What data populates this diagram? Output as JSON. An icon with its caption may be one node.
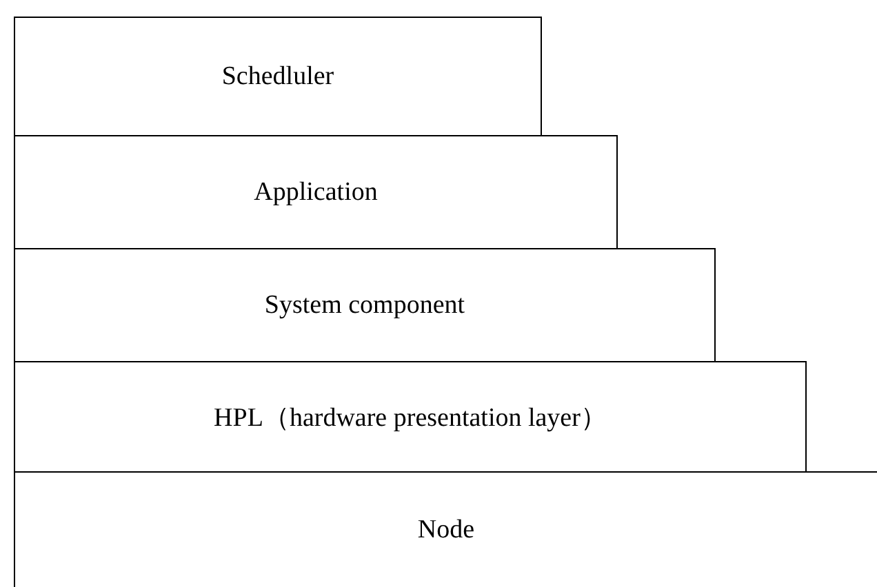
{
  "diagram": {
    "nodes": [
      {
        "text": [
          "Schedluler"
        ]
      },
      {
        "text": [
          "Application"
        ]
      },
      {
        "text": [
          "System component"
        ]
      },
      {
        "text": [
          "HPL（hardware presentation layer）"
        ]
      },
      {
        "text": [
          "Node"
        ]
      }
    ]
  }
}
